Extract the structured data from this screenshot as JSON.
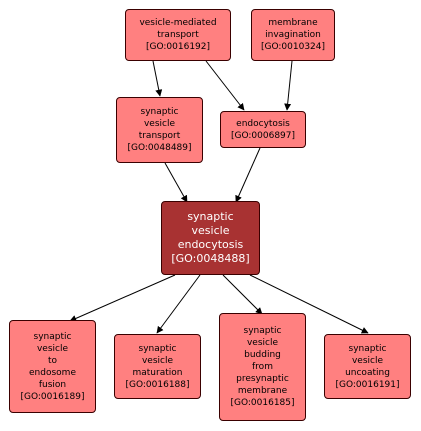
{
  "nodes": {
    "vesicle_mediated_transport": {
      "lines": [
        "vesicle-mediated",
        "transport"
      ],
      "id": "[GO:0016192]"
    },
    "membrane_invagination": {
      "lines": [
        "membrane",
        "invagination"
      ],
      "id": "[GO:0010324]"
    },
    "synaptic_vesicle_transport": {
      "lines": [
        "synaptic",
        "vesicle",
        "transport"
      ],
      "id": "[GO:0048489]"
    },
    "endocytosis": {
      "lines": [
        "endocytosis"
      ],
      "id": "[GO:0006897]"
    },
    "synaptic_vesicle_endocytosis": {
      "lines": [
        "synaptic",
        "vesicle",
        "endocytosis"
      ],
      "id": "[GO:0048488]"
    },
    "synaptic_vesicle_to_endosome_fusion": {
      "lines": [
        "synaptic",
        "vesicle",
        "to",
        "endosome",
        "fusion"
      ],
      "id": "[GO:0016189]"
    },
    "synaptic_vesicle_maturation": {
      "lines": [
        "synaptic",
        "vesicle",
        "maturation"
      ],
      "id": "[GO:0016188]"
    },
    "synaptic_vesicle_budding": {
      "lines": [
        "synaptic",
        "vesicle",
        "budding",
        "from",
        "presynaptic",
        "membrane"
      ],
      "id": "[GO:0016185]"
    },
    "synaptic_vesicle_uncoating": {
      "lines": [
        "synaptic",
        "vesicle",
        "uncoating"
      ],
      "id": "[GO:0016191]"
    }
  },
  "colors": {
    "node_fill": "#ff8080",
    "focus_fill": "#a83232",
    "node_border": "#3a0000",
    "edge": "#000000"
  }
}
